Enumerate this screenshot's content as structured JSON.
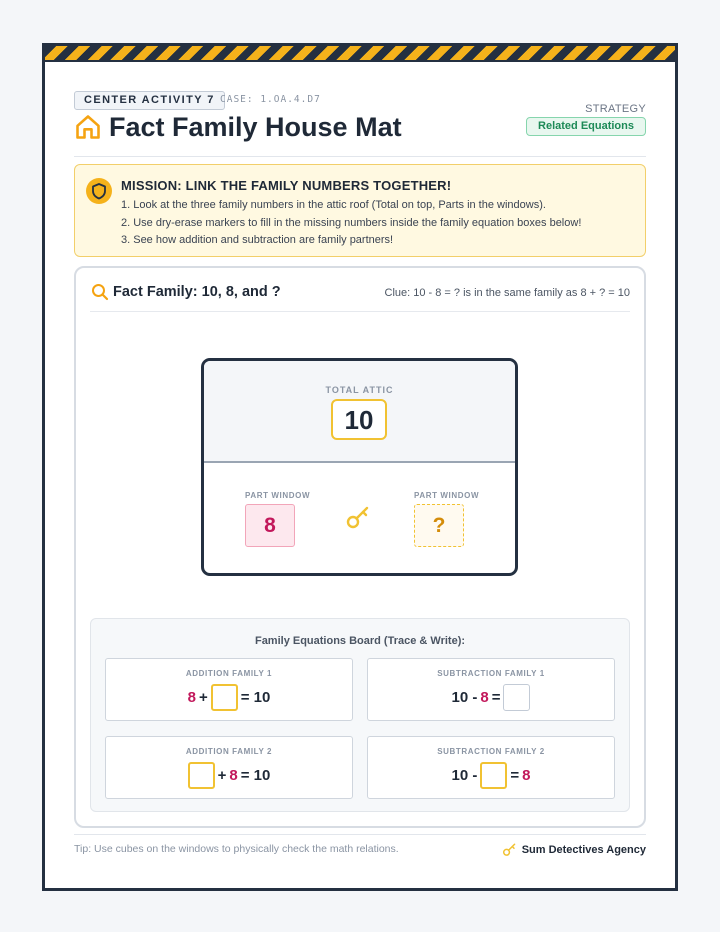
{
  "header": {
    "activity_tag": "CENTER ACTIVITY 7",
    "case_code": "CASE: 1.OA.4.D7",
    "title": "Fact Family House Mat",
    "strategy_label": "STRATEGY",
    "strategy_value": "Related Equations",
    "icon": "house-icon"
  },
  "mission": {
    "icon": "shield-icon",
    "title": "MISSION: LINK THE FAMILY NUMBERS TOGETHER!",
    "steps": [
      "1. Look at the three family numbers in the attic roof (Total on top, Parts in the windows).",
      "2. Use dry-erase markers to fill in the missing numbers inside the family equation boxes below!",
      "3. See how addition and subtraction are family partners!"
    ]
  },
  "family": {
    "icon": "search-icon",
    "title": "Fact Family: 10, 8, and ?",
    "clue": "Clue: 10 - 8 = ? is in the same family as 8 + ? = 10",
    "attic_label": "TOTAL ATTIC",
    "total": "10",
    "part_label_left": "PART WINDOW",
    "part_left": "8",
    "part_label_right": "PART WINDOW",
    "part_right": "?",
    "link_icon": "key-icon"
  },
  "board": {
    "title": "Family Equations Board (Trace & Write):",
    "equations": [
      {
        "label": "ADDITION FAMILY 1",
        "a": "8",
        "op": "+",
        "b": "",
        "eq": "= 10"
      },
      {
        "label": "SUBTRACTION FAMILY 1",
        "a": "10 -",
        "b": "8",
        "eq": "=",
        "c": ""
      },
      {
        "label": "ADDITION FAMILY 2",
        "a": "",
        "op": "+",
        "b": "8",
        "eq": "= 10"
      },
      {
        "label": "SUBTRACTION FAMILY 2",
        "a": "10 -",
        "b": "",
        "eq": "=",
        "c": "8"
      }
    ]
  },
  "footer": {
    "tip": "Tip: Use cubes on the windows to physically check the math relations.",
    "agency": "Sum Detectives Agency",
    "agency_icon": "key-icon"
  },
  "colors": {
    "accent_yellow": "#f5b21b",
    "navy": "#243041",
    "red_number": "#c2185b",
    "strategy_green": "#1d8a57"
  }
}
